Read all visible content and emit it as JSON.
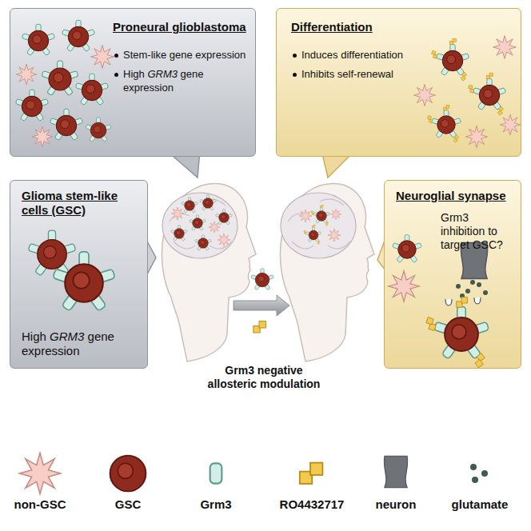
{
  "diagram": {
    "nodes": [
      {
        "text": [
          "Proneural glioblastoma",
          "Stem-like gene expression",
          "High GRM3 gene expression"
        ]
      },
      {
        "text": [
          "Differentiation",
          "Induces differentiation",
          "Inhibits self-renewal"
        ]
      },
      {
        "text": [
          "Glioma stem-like cells (GSC)",
          "High GRM3 gene expression"
        ]
      },
      {
        "text": [
          "Neuroglial synapse",
          "Grm3 inhibition to target GSC?"
        ]
      }
    ],
    "labels": [
      "Grm3 negative allosteric modulation"
    ],
    "legend": [
      {
        "text": "non-GSC"
      },
      {
        "text": "GSC"
      },
      {
        "text": "Grm3"
      },
      {
        "text": "RO4432717"
      },
      {
        "text": "neuron"
      },
      {
        "text": "glutamate"
      }
    ]
  }
}
